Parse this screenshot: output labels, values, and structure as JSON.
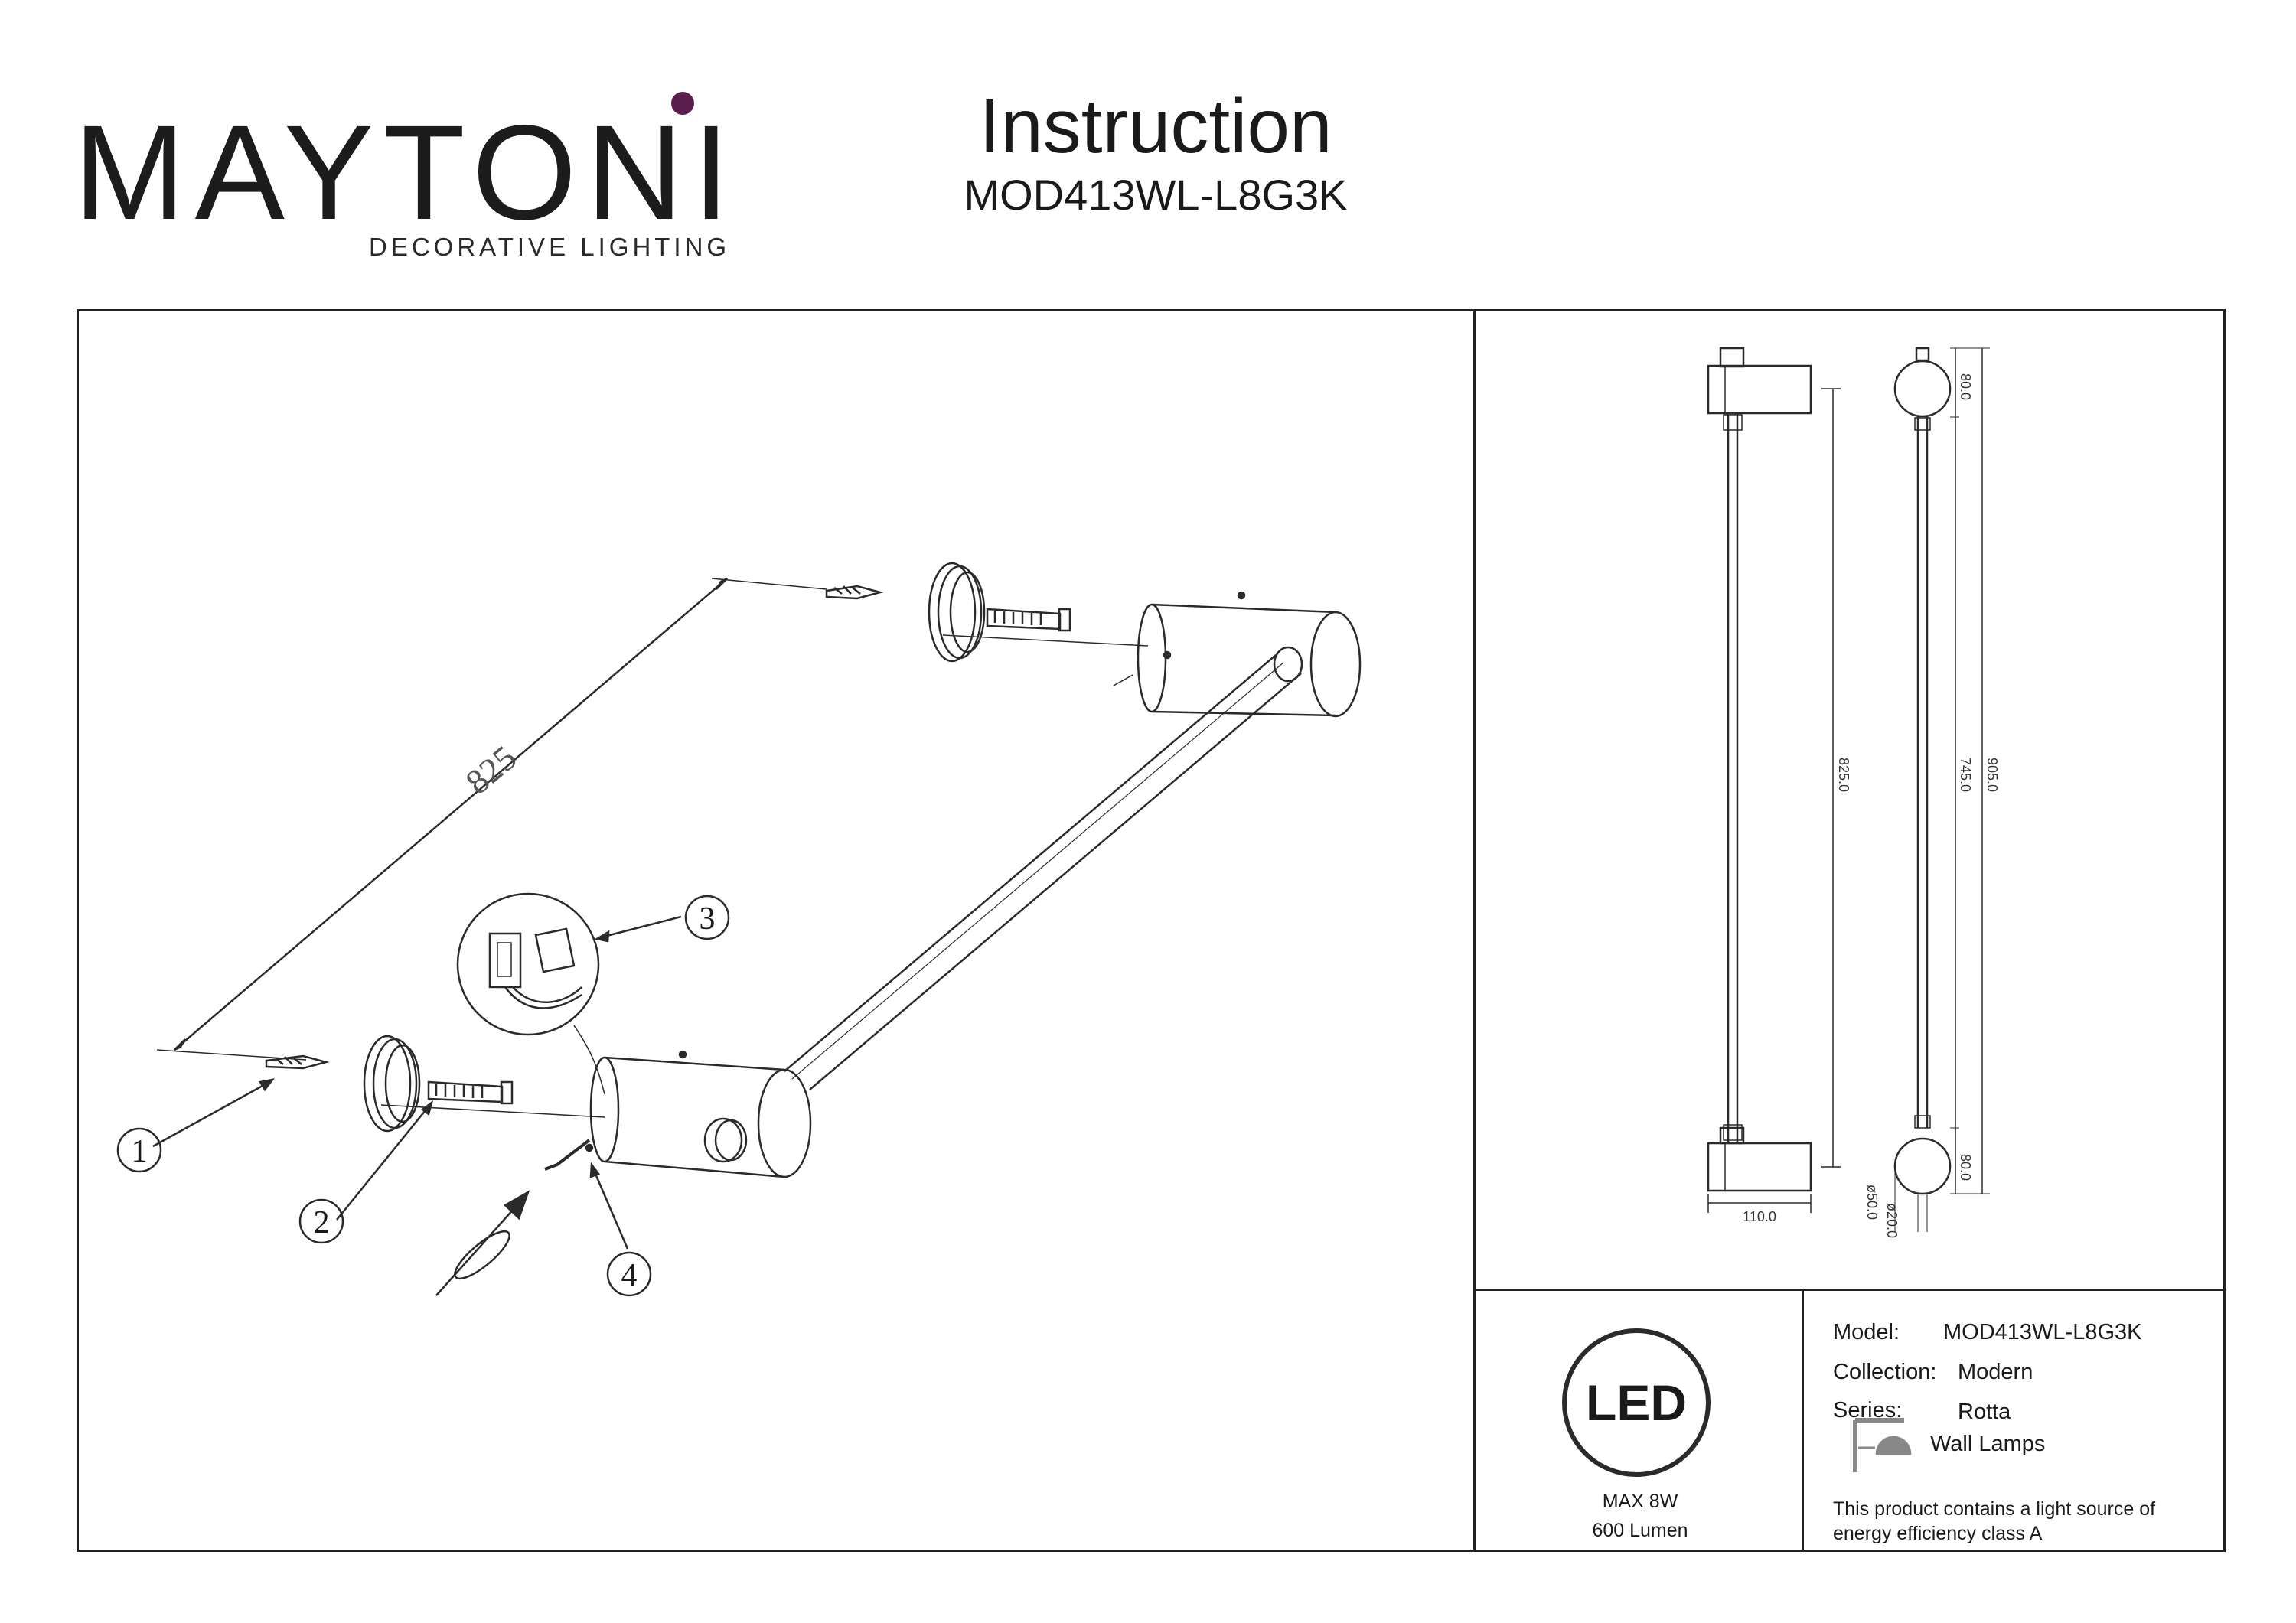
{
  "brand": {
    "name": "MAYTONI",
    "tagline": "DECORATIVE LIGHTING",
    "accent_color": "#5b1e4f"
  },
  "header": {
    "title": "Instruction",
    "model": "MOD413WL-L8G3K"
  },
  "assembly": {
    "dimension_length": "825",
    "callouts": [
      "1",
      "2",
      "3",
      "4"
    ]
  },
  "dimensions": {
    "length_825": "825.0",
    "length_745": "745.0",
    "length_905": "905.0",
    "top_80": "80.0",
    "bottom_80": "80.0",
    "width_110": "110.0",
    "diameter_50": "ø50.0",
    "diameter_20": "ø20.0"
  },
  "led": {
    "badge": "LED",
    "power": "MAX 8W",
    "lumen": "600 Lumen"
  },
  "specs": {
    "model_label": "Model:",
    "model_value": "MOD413WL-L8G3K",
    "collection_label": "Collection:",
    "collection_value": "Modern",
    "series_label": "Series:",
    "series_value": "Rotta",
    "category": "Wall Lamps",
    "energy_line1": "This product contains a light source of",
    "energy_line2": "energy efficiency class A"
  }
}
